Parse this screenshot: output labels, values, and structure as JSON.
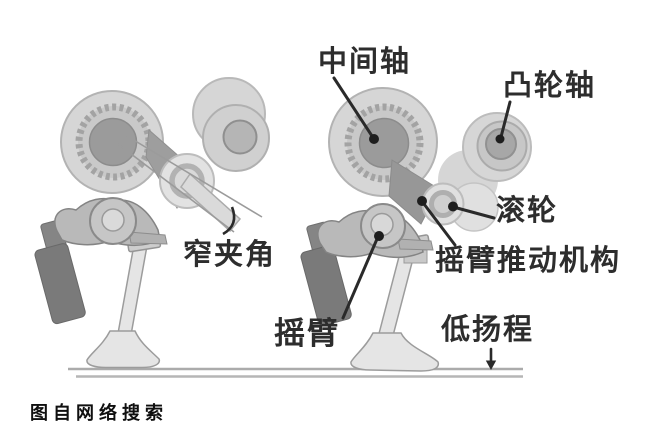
{
  "title": "valvetrain-mechanism-diagram",
  "labels": {
    "intermediate_shaft": "中间轴",
    "camshaft": "凸轮轴",
    "roller": "滚轮",
    "rocker_push_mechanism": "摇臂推动机构",
    "narrow_angle": "窄夹角",
    "rocker_arm": "摇臂",
    "low_lift": "低扬程"
  },
  "caption": "图自网络搜索",
  "colors": {
    "bg": "#ffffff",
    "ink": "#2d2d2d",
    "caption_ink": "#0f0f0f",
    "leader": "#2a2a2a",
    "metal_light": "#d6d6d6",
    "metal_lighter": "#e2e2e2",
    "metal_mid": "#b9b9b9",
    "metal_dark": "#9b9b9b",
    "metal_deep": "#7a7a7a",
    "valve_fill": "#e5e5e5",
    "ground": "#ababab"
  }
}
